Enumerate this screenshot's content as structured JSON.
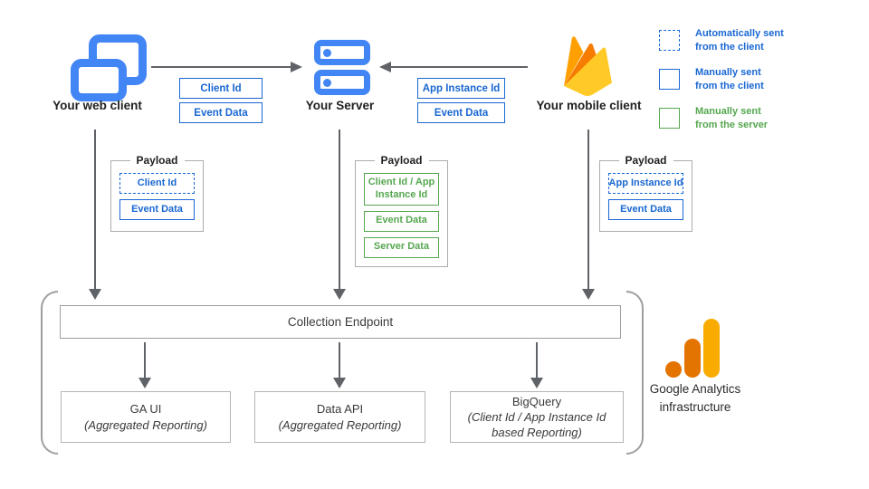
{
  "clients": {
    "web_label": "Your web client",
    "server_label": "Your Server",
    "mobile_label": "Your mobile client"
  },
  "transit": {
    "web_to_server": {
      "box1": "Client Id",
      "box2": "Event Data"
    },
    "mobile_to_server": {
      "box1": "App Instance Id",
      "box2": "Event Data"
    }
  },
  "legend": {
    "auto_client": {
      "line1": "Automatically sent",
      "line2": "from the client"
    },
    "manual_client": {
      "line1": "Manually sent",
      "line2": "from the client"
    },
    "manual_server": {
      "line1": "Manually sent",
      "line2": "from the server"
    }
  },
  "payload_web": {
    "title": "Payload",
    "item1": "Client Id",
    "item2": "Event Data"
  },
  "payload_server": {
    "title": "Payload",
    "item1": "Client Id / App Instance Id",
    "item2": "Event Data",
    "item3": "Server Data"
  },
  "payload_mobile": {
    "title": "Payload",
    "item1": "App Instance Id",
    "item2": "Event Data"
  },
  "infra": {
    "endpoint": "Collection Endpoint",
    "ga_ui": {
      "name": "GA UI",
      "subtitle": "(Aggregated Reporting)"
    },
    "data_api": {
      "name": "Data API",
      "subtitle": "(Aggregated Reporting)"
    },
    "bigquery": {
      "name": "BigQuery",
      "subtitle": "(Client Id / App Instance Id based Reporting)"
    },
    "brand": {
      "line1": "Google Analytics",
      "line2": "infrastructure"
    }
  },
  "colors": {
    "icon_blue": "#4285F4",
    "label_blue": "#1967D2",
    "label_green": "#55A74F",
    "arrow_gray": "#5F6368",
    "ga_orange_dark": "#E37400",
    "ga_orange_light": "#F9AB00",
    "firebase_yellow": "#FFCA28",
    "firebase_orange": "#FFA000",
    "firebase_dark_orange": "#F57C00"
  }
}
